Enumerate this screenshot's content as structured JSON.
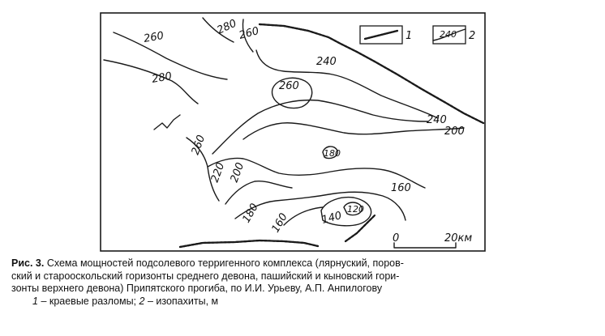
{
  "map": {
    "isopach_labels": {
      "l260a": "260",
      "l280a": "280",
      "l260b": "260",
      "l280b": "280",
      "l240a": "240",
      "l260c": "260",
      "l240b": "240",
      "l200": "200",
      "l260d": "260",
      "l220": "220",
      "l200b": "200",
      "l180a": "180",
      "l160a": "160",
      "l180b": "180",
      "l160b": "160",
      "l120": "120",
      "l140": "140"
    },
    "legend": {
      "num1": "1",
      "value2": "240",
      "num2": "2"
    },
    "scale": {
      "start": "0",
      "end": "20км"
    }
  },
  "caption": {
    "fig_number": "Рис. 3.",
    "line1": "Схема мощностей подсолевого терригенного комплекса (лярнуский, поров-",
    "line2": "ский и старооскольский горизонты среднего девона, пашийский и кыновский гори-",
    "line3": "зонты верхнего девона) Припятского прогиба, по И.И. Урьеву, А.П. Анпилогову",
    "note1_num": "1",
    "note1_text": "– краевые разломы;",
    "note2_num": "2",
    "note2_text": "– изопахиты, м"
  }
}
